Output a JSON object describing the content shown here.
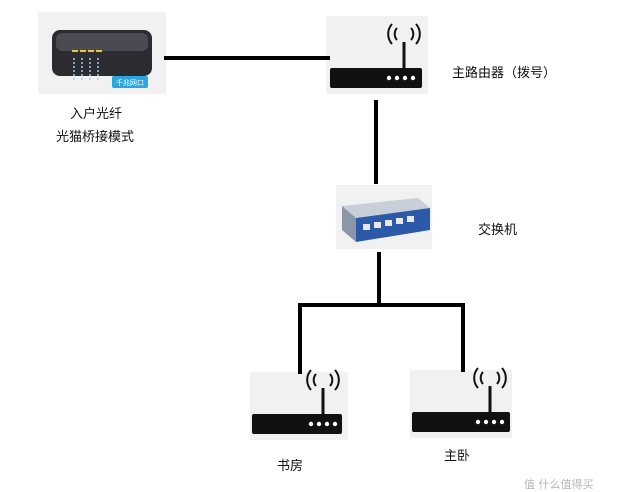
{
  "modem": {
    "label_line1": "入户光纤",
    "label_line2": "光猫桥接模式",
    "sticker": "千兆网口"
  },
  "main_router": {
    "label": "主路由器（拨号）"
  },
  "switch": {
    "label": "交换机"
  },
  "study_router": {
    "label": "书房"
  },
  "bedroom_router": {
    "label": "主卧"
  },
  "watermark": {
    "text": "值 什么值得买"
  }
}
